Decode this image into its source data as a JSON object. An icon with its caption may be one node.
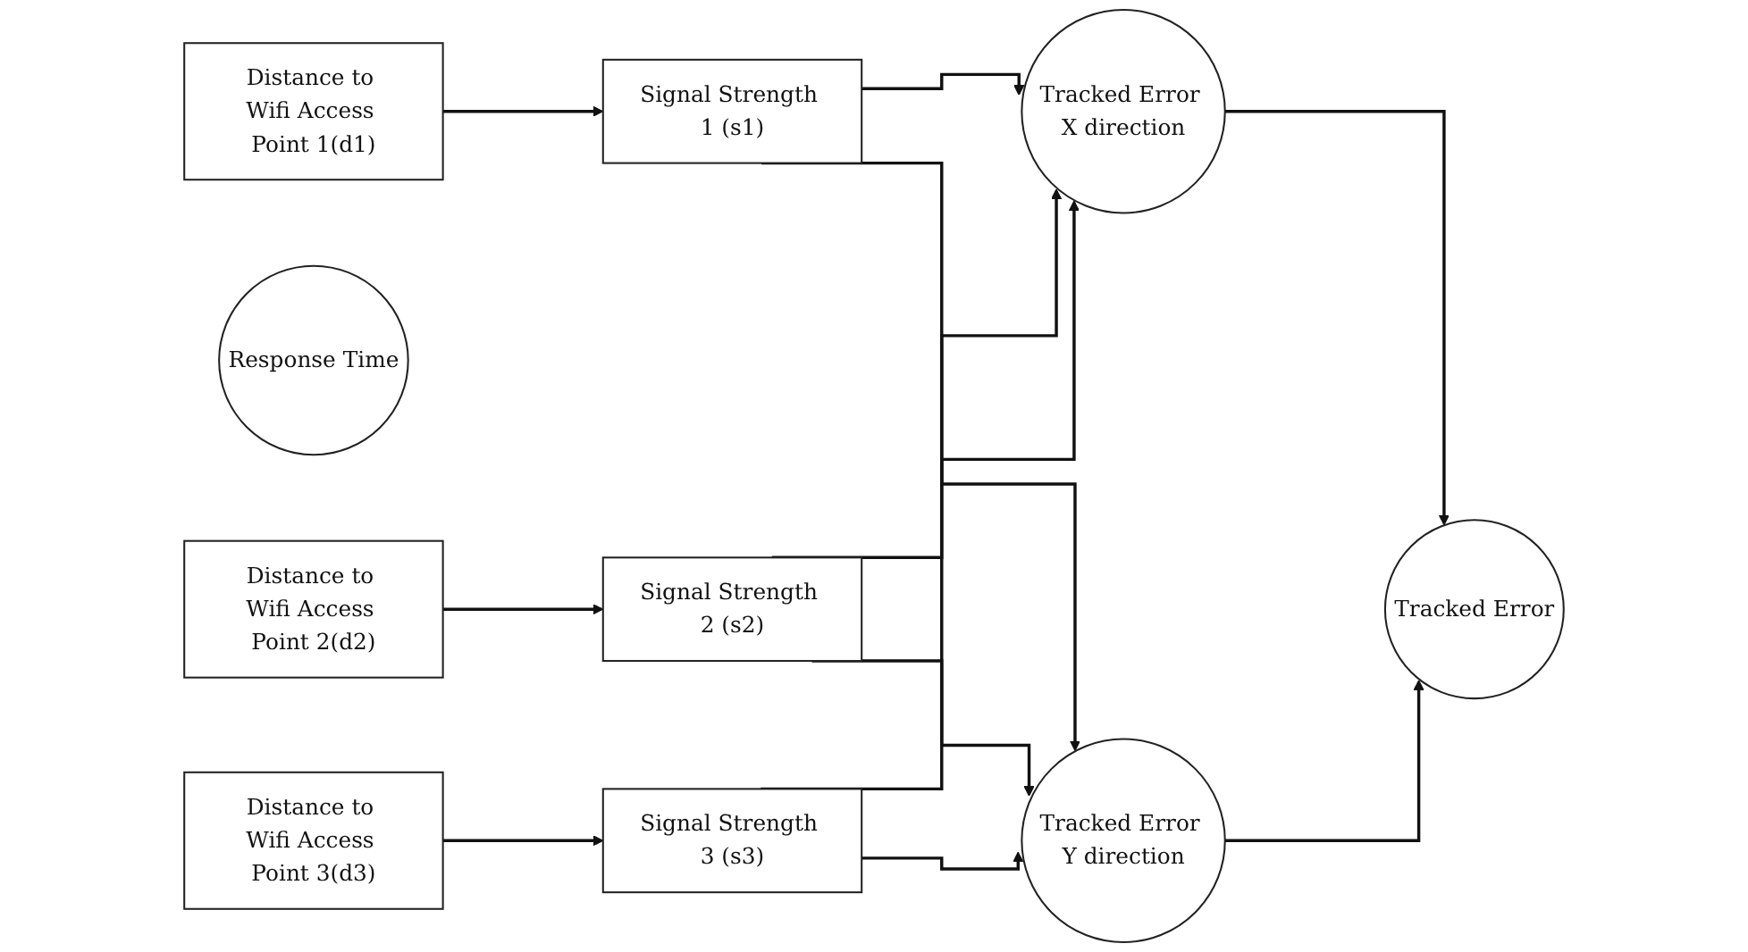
{
  "diagram": {
    "nodes": [
      {
        "text": [
          "Distance to Wifi Access Point 1(d1)"
        ]
      },
      {
        "text": [
          "Signal Strength 1 (s1)"
        ]
      },
      {
        "text": [
          "Response Time"
        ]
      },
      {
        "text": [
          "Tracked Error X direction"
        ]
      },
      {
        "text": [
          "Distance to Wifi Access Point 2(d2)"
        ]
      },
      {
        "text": [
          "Signal Strength 2 (s2)"
        ]
      },
      {
        "text": [
          "Tracked Error"
        ]
      },
      {
        "text": [
          "Tracked Error Y direction"
        ]
      },
      {
        "text": [
          "Distance to Wifi Access Point 3(d3)"
        ]
      },
      {
        "text": [
          "Signal Strength 3 (s3)"
        ]
      }
    ],
    "edges": [
      {
        "from": 0,
        "to": 1,
        "arrow": "to"
      },
      {
        "from": 4,
        "to": 5,
        "arrow": "to"
      },
      {
        "from": 8,
        "to": 9,
        "arrow": "to"
      },
      {
        "from": 1,
        "to": 3,
        "arrow": "to"
      },
      {
        "from": 1,
        "to": 7,
        "arrow": "to"
      },
      {
        "from": 5,
        "to": 3,
        "arrow": "to"
      },
      {
        "from": 5,
        "to": 7,
        "arrow": "to"
      },
      {
        "from": 9,
        "to": 3,
        "arrow": "to"
      },
      {
        "from": 9,
        "to": 7,
        "arrow": "to"
      },
      {
        "from": 3,
        "to": 6,
        "arrow": "to"
      },
      {
        "from": 7,
        "to": 6,
        "arrow": "to"
      }
    ]
  }
}
